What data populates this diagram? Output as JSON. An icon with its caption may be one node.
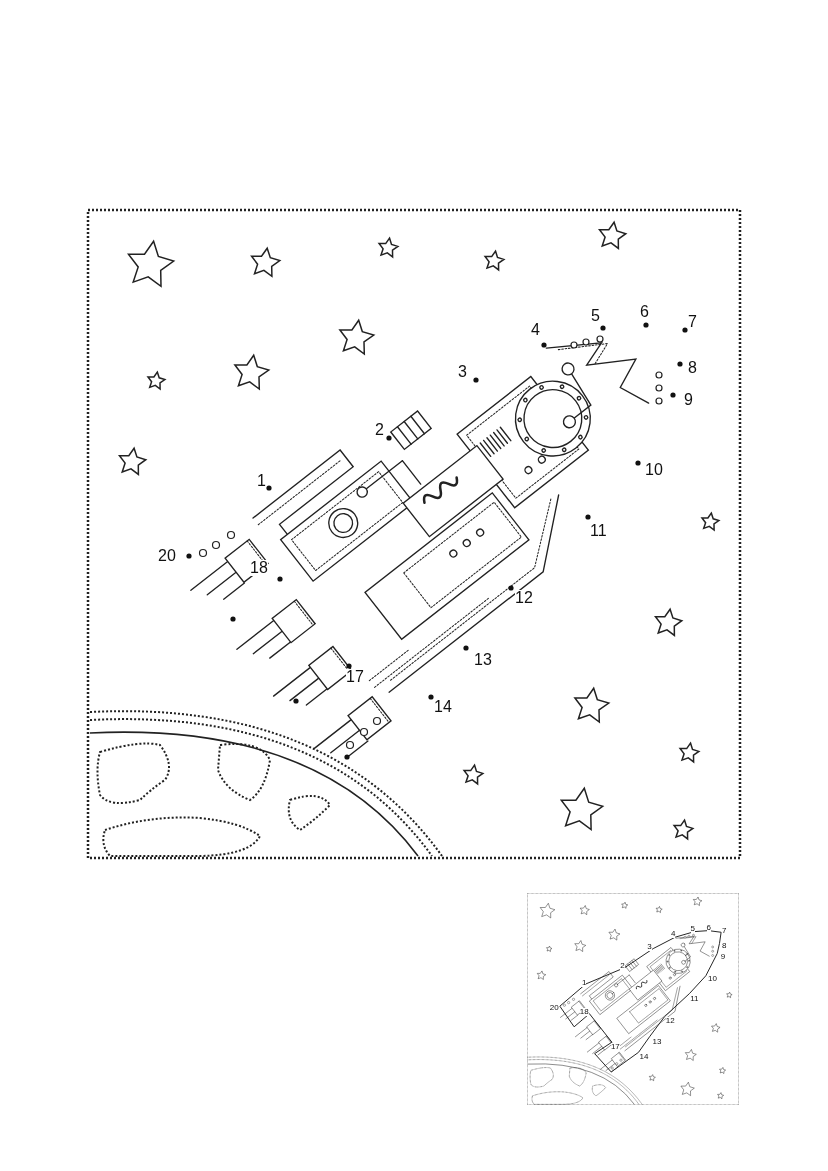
{
  "diagram": {
    "labels": [
      "1",
      "2",
      "3",
      "4",
      "5",
      "6",
      "7",
      "8",
      "9",
      "10",
      "11",
      "12",
      "13",
      "14",
      "17",
      "18",
      "20",
      "1",
      "2",
      "3",
      "4",
      "5",
      "6",
      "7",
      "8",
      "9",
      "10",
      "11",
      "12",
      "13",
      "14",
      "17",
      "18",
      "20"
    ]
  }
}
